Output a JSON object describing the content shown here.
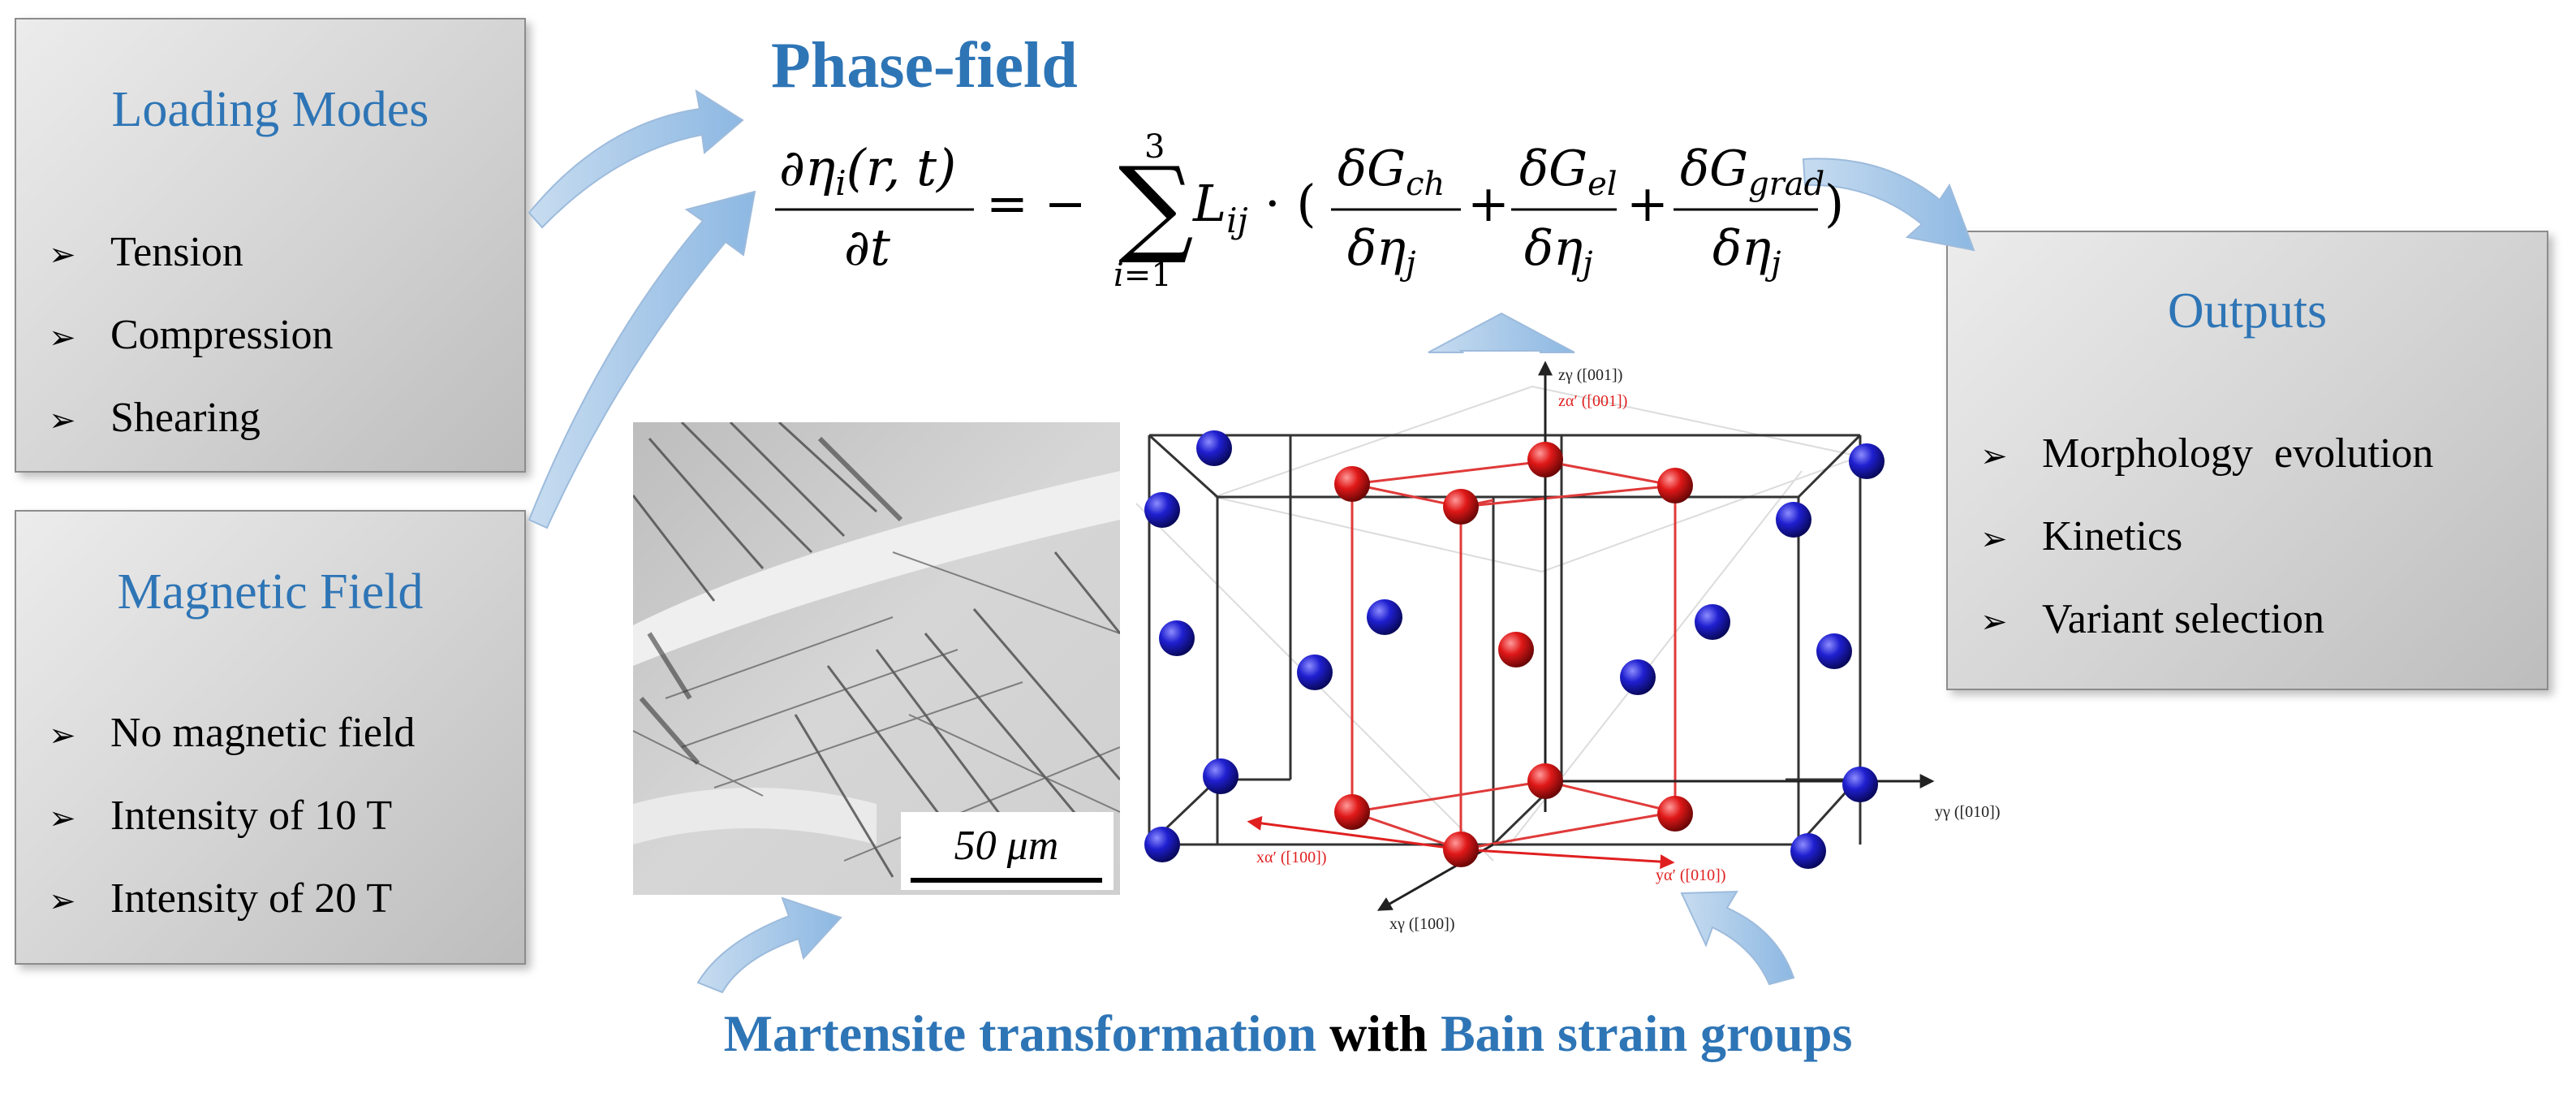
{
  "loading_modes": {
    "title": "Loading Modes",
    "items": [
      "Tension",
      "Compression",
      "Shearing"
    ]
  },
  "magnetic_field": {
    "title": "Magnetic Field",
    "items": [
      "No magnetic field",
      "Intensity of 10 T",
      "Intensity of 20 T"
    ]
  },
  "outputs": {
    "title": "Outputs",
    "items": [
      "Morphology  evolution",
      "Kinetics",
      "Variant selection"
    ]
  },
  "phase_field": {
    "title": "Phase-field"
  },
  "micrograph": {
    "scale_label": "50 μm"
  },
  "lattice": {
    "z_gamma": "zγ ([001])",
    "z_alpha": "zα′ ([001])",
    "y_gamma": "yγ ([010])",
    "y_alpha": "yα′ ([010])",
    "x_gamma": "xγ ([100])",
    "x_alpha": "xα′ ([100])",
    "colors": {
      "fcc_atom": "#1f1fbf",
      "bct_atom": "#d81e1e",
      "bct_edge": "#e03a3a"
    }
  },
  "caption": {
    "part1": "Martensite transformation",
    "part2": " with ",
    "part3": "Bain strain groups"
  },
  "colors": {
    "accent": "#2e75b6",
    "arrow": "#9dc3e6"
  }
}
